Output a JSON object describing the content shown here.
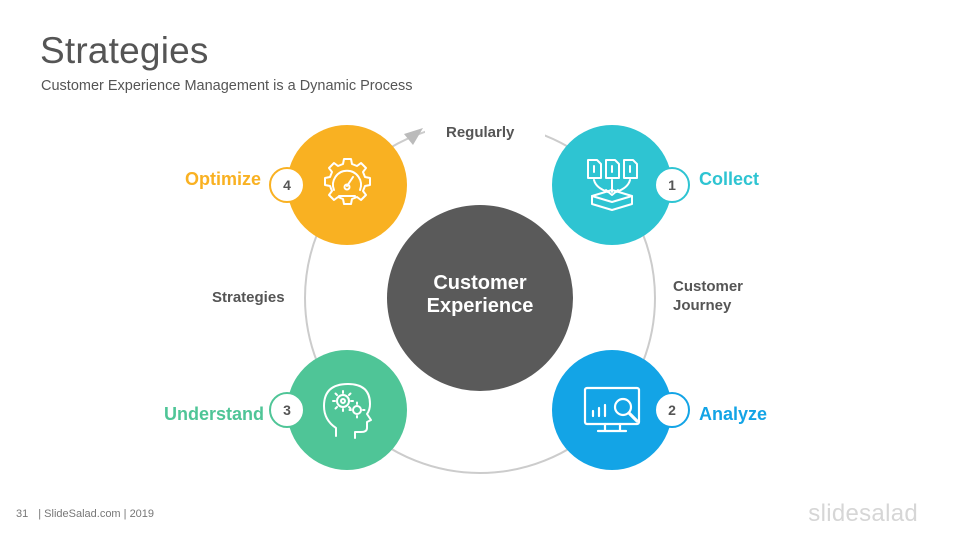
{
  "header": {
    "title": "Strategies",
    "subtitle": "Customer Experience Management is a Dynamic Process"
  },
  "center": {
    "line1": "Customer",
    "line2": "Experience"
  },
  "cycle_labels": {
    "top": "Regularly",
    "right_line1": "Customer",
    "right_line2": "Journey",
    "left": "Strategies"
  },
  "stages": [
    {
      "number": "1",
      "label": "Collect",
      "color": "#2ec4d2",
      "icon": "documents-to-tray-icon"
    },
    {
      "number": "2",
      "label": "Analyze",
      "color": "#13a4e6",
      "icon": "monitor-chart-magnifier-icon"
    },
    {
      "number": "3",
      "label": "Understand",
      "color": "#4fc597",
      "icon": "head-gears-icon"
    },
    {
      "number": "4",
      "label": "Optimize",
      "color": "#f9b122",
      "icon": "speedometer-gear-icon"
    }
  ],
  "colors": {
    "center": "#5a5a5a",
    "ring": "#cccccc",
    "text": "#555555"
  },
  "footer": {
    "page": "31",
    "credit": "| SlideSalad.com | 2019"
  },
  "brand": "slidesalad"
}
